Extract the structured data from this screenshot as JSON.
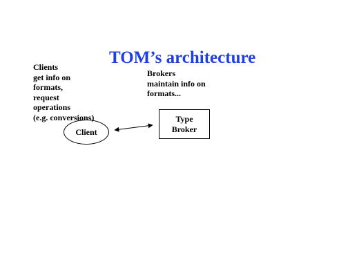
{
  "title": "TOM’s architecture",
  "notes": {
    "clients": [
      "Clients",
      "get info on",
      "formats,",
      "request",
      "operations",
      "(e.g. conversions)"
    ],
    "brokers": [
      "Brokers",
      "maintain info on",
      "formats..."
    ]
  },
  "nodes": {
    "client": {
      "label": "Client"
    },
    "type_broker": {
      "label_lines": [
        "Type",
        "Broker"
      ]
    }
  },
  "colors": {
    "title": "#1f3fe0",
    "text": "#000000",
    "background": "#ffffff"
  }
}
